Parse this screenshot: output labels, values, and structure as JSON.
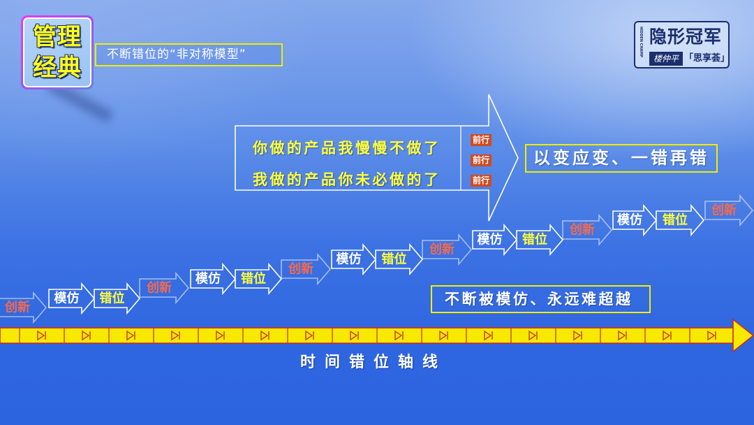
{
  "header": {
    "badge_line1": "管理",
    "badge_line2": "经典",
    "subtitle": "不断错位的“非对称模型”"
  },
  "logo": {
    "title": "隐形冠军",
    "vertical_text": "HIDDEN CHAMPIONS CLUB",
    "signature": "楼仲平",
    "club": "「思享荟」"
  },
  "callout": {
    "line1": "你做的产品我慢慢不做了",
    "line2": "我做的产品你未必做的了",
    "tags": [
      "前行",
      "前行",
      "前行"
    ],
    "result": "以变应变、一错再错"
  },
  "steps": [
    {
      "label": "创新",
      "color": "#f46a4e"
    },
    {
      "label": "模仿",
      "color": "#ffffff"
    },
    {
      "label": "错位",
      "color": "#ffff3a"
    },
    {
      "label": "创新",
      "color": "#f46a4e"
    },
    {
      "label": "模仿",
      "color": "#ffffff"
    },
    {
      "label": "错位",
      "color": "#ffff3a"
    },
    {
      "label": "创新",
      "color": "#f46a4e"
    },
    {
      "label": "模仿",
      "color": "#ffffff"
    },
    {
      "label": "错位",
      "color": "#ffff3a"
    },
    {
      "label": "创新",
      "color": "#f46a4e"
    },
    {
      "label": "模仿",
      "color": "#ffffff"
    },
    {
      "label": "错位",
      "color": "#ffff3a"
    },
    {
      "label": "创新",
      "color": "#f46a4e"
    },
    {
      "label": "模仿",
      "color": "#ffffff"
    },
    {
      "label": "错位",
      "color": "#ffff3a"
    },
    {
      "label": "创新",
      "color": "#f46a4e"
    }
  ],
  "slogan": "不断被模仿、永远难超越",
  "timeline": {
    "label": "时间错位轴线",
    "marker_icon": "step-forward-icon",
    "end_icon": "arrow-right-icon"
  },
  "colors": {
    "accent": "#f0ee00",
    "yellow": "#ffff3a",
    "tag": "#cf4b22",
    "navy": "#1b2f6e",
    "timeline_fill": "#f7e900",
    "timeline_stroke": "#cc2a1e"
  }
}
